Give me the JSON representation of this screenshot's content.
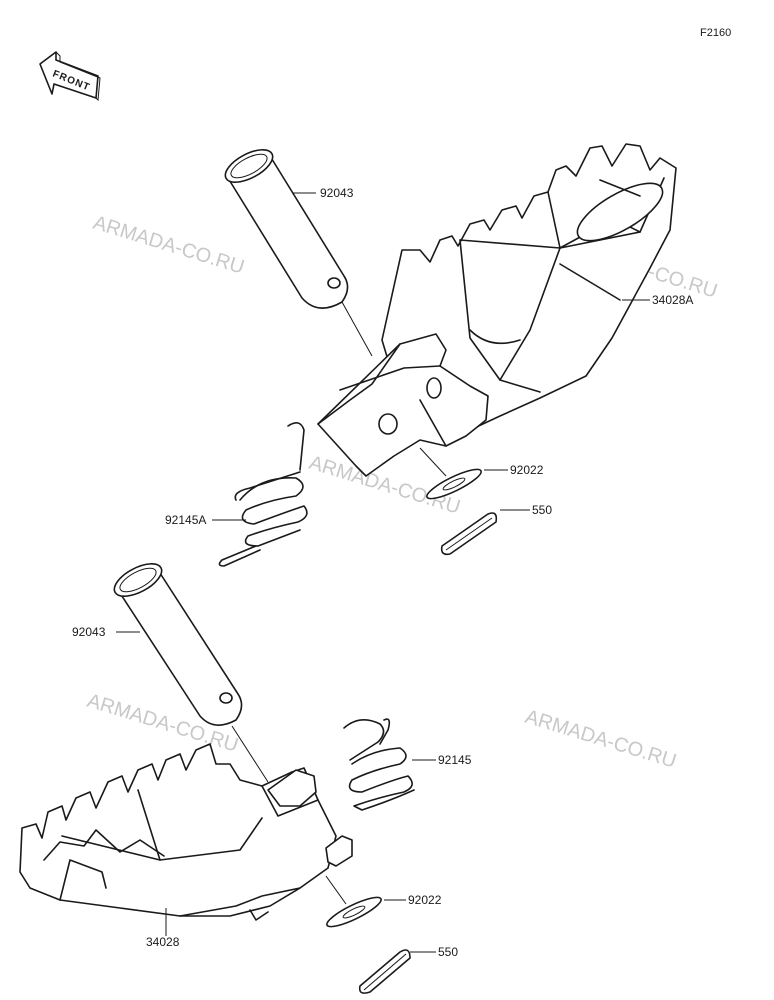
{
  "figure_code": "F2160",
  "front_badge": "FRONT",
  "watermark": "ARMADA-CO.RU",
  "callouts": {
    "pin_upper": "92043",
    "peg_right": "34028A",
    "washer_upper": "92022",
    "cotter_upper": "550",
    "spring_upper": "92145A",
    "pin_lower": "92043",
    "spring_lower": "92145",
    "washer_lower": "92022",
    "cotter_lower": "550",
    "peg_left": "34028"
  }
}
